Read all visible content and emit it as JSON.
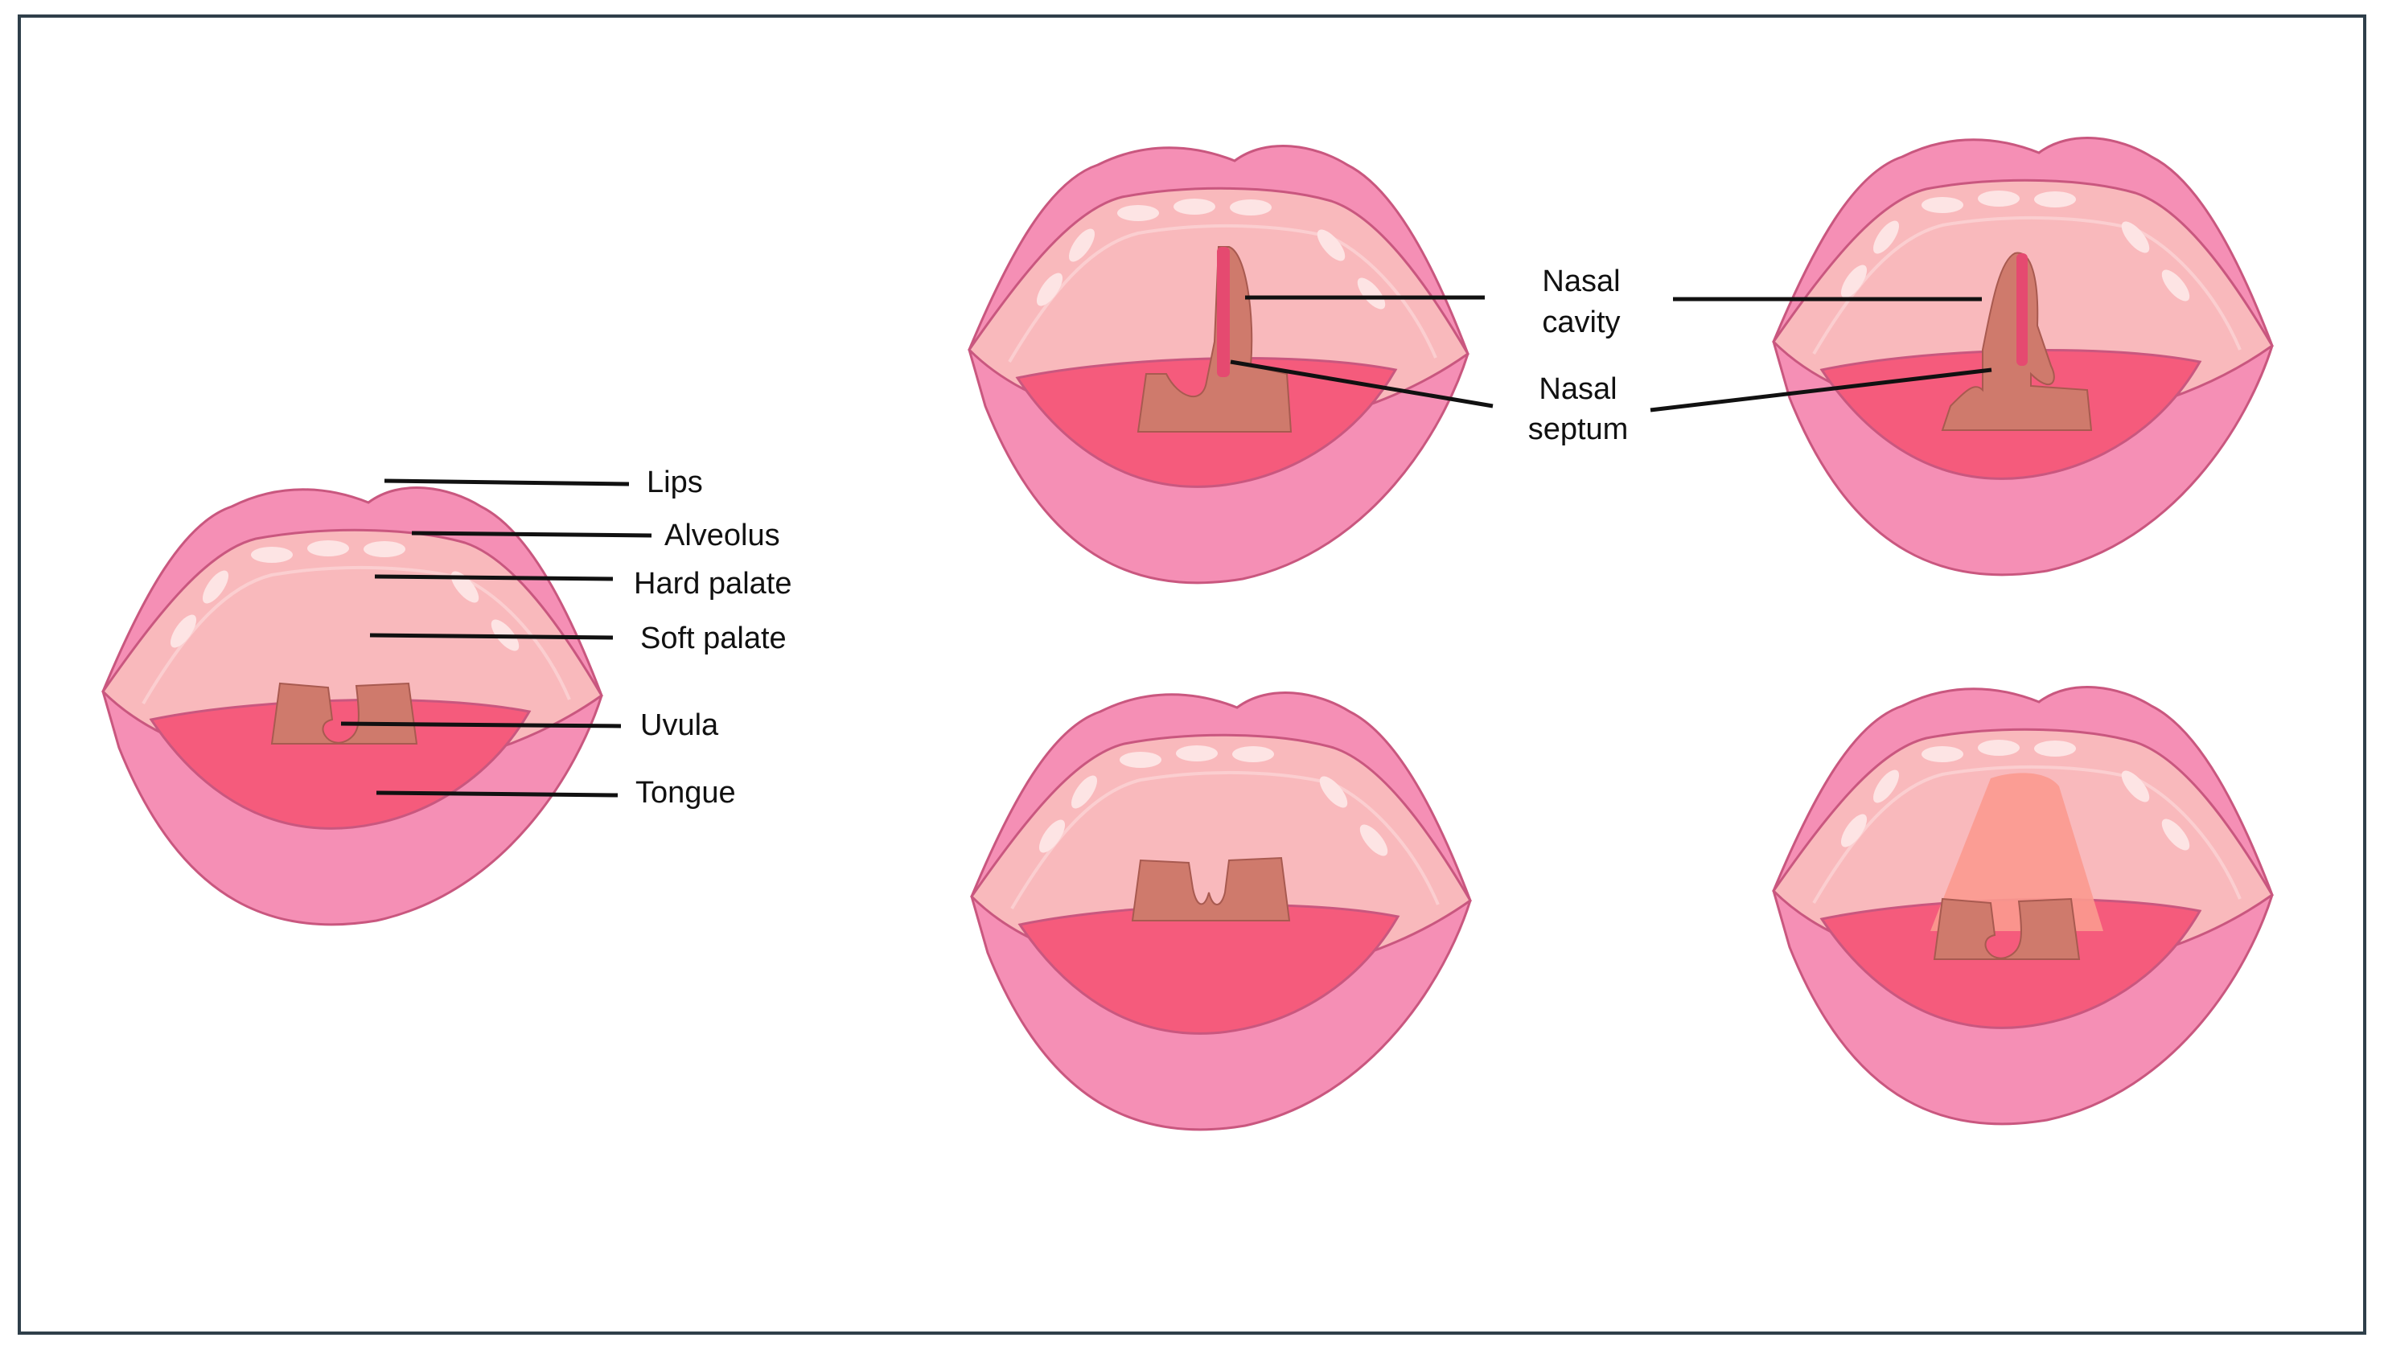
{
  "labels": {
    "lips": "Lips",
    "alveolus": "Alveolus",
    "hard_palate": "Hard palate",
    "soft_palate": "Soft palate",
    "uvula": "Uvula",
    "tongue": "Tongue",
    "nasal_cavity_line1": "Nasal",
    "nasal_cavity_line2": "cavity",
    "nasal_septum_line1": "Nasal",
    "nasal_septum_line2": "septum"
  },
  "colors": {
    "lips": "#f58fb5",
    "lip_stroke": "#c9577f",
    "palate": "#f9b9bc",
    "palate_highlight": "#fde4e4",
    "uvula": "#cf7a6c",
    "tongue": "#f55b7c",
    "nasal_cleft": "#e54a70",
    "nasal_cavity_glow": "#fb9a8f",
    "leader_line": "#111111",
    "frame_border": "#2f3f4a"
  }
}
